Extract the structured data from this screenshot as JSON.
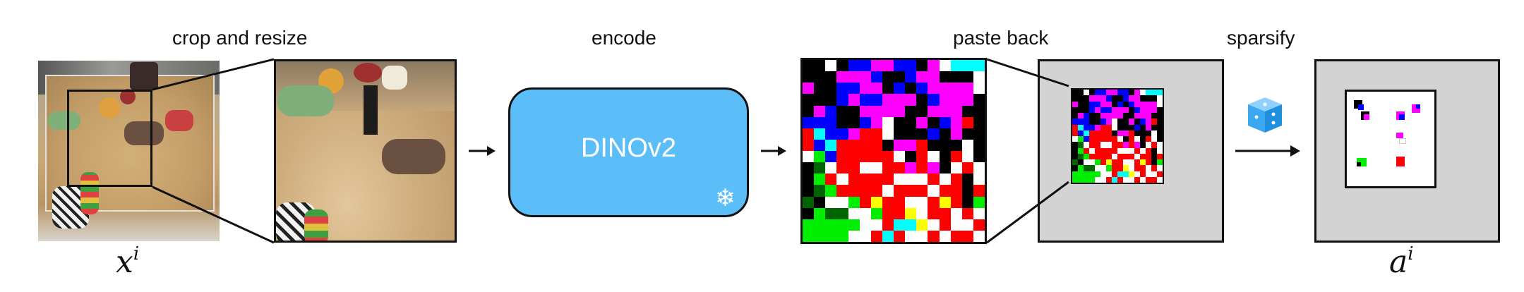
{
  "labels": {
    "crop": "crop and resize",
    "encode": "encode",
    "paste": "paste back",
    "sparsify": "sparsify"
  },
  "math": {
    "x_base": "x",
    "x_sup": "i",
    "a_base": "a",
    "a_sup": "i"
  },
  "encoder": {
    "name": "DINOv2",
    "color": "#5bbef8",
    "frozen_icon": "snowflake-icon"
  },
  "icons": {
    "sparsify": "cube-icon",
    "arrows": "arrow-right-icon"
  },
  "colors": {
    "feature_palette": [
      "#000000",
      "#ff0000",
      "#00ee00",
      "#0000ff",
      "#ff00ff",
      "#00ffff",
      "#ffffff",
      "#ffff00",
      "#006400"
    ],
    "canvas_gray": "#d3d3d3"
  }
}
